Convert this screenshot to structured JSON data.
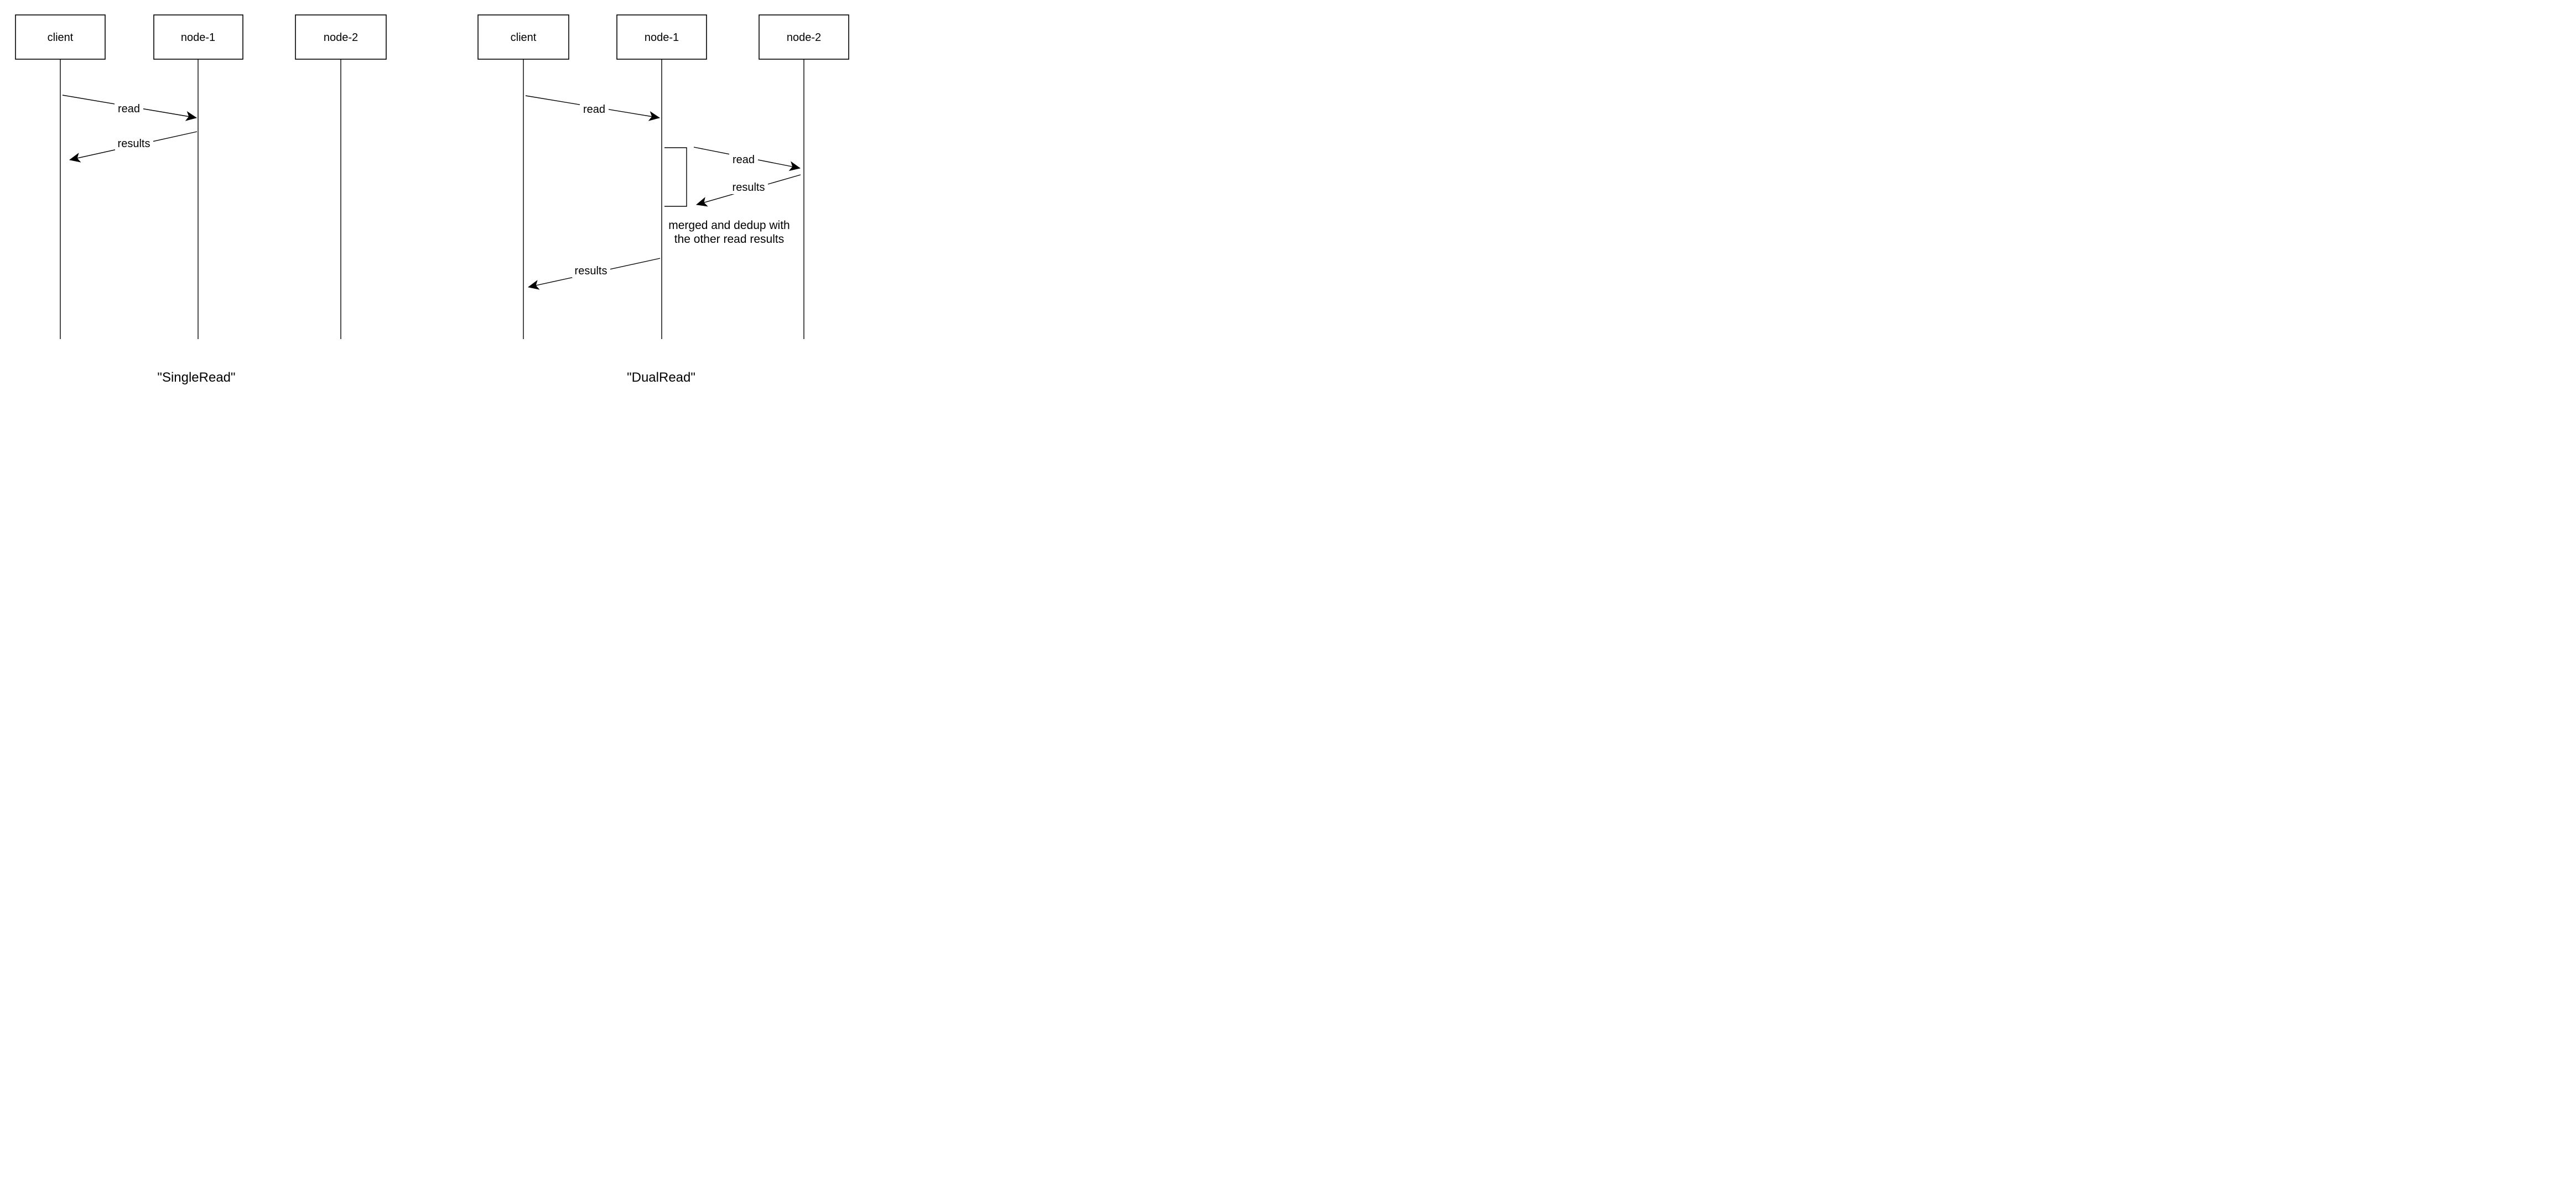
{
  "page": {
    "background_color": "#ffffff",
    "line_color": "#000000"
  },
  "left_diagram": {
    "caption": "\"SingleRead\"",
    "actors": [
      {
        "label": "client"
      },
      {
        "label": "node-1"
      },
      {
        "label": "node-2"
      }
    ],
    "messages": [
      {
        "label": "read",
        "from": "client",
        "to": "node-1"
      },
      {
        "label": "results",
        "from": "node-1",
        "to": "client"
      }
    ]
  },
  "right_diagram": {
    "caption": "\"DualRead\"",
    "actors": [
      {
        "label": "client"
      },
      {
        "label": "node-1"
      },
      {
        "label": "node-2"
      }
    ],
    "messages": [
      {
        "label": "read",
        "from": "client",
        "to": "node-1"
      },
      {
        "label": "read",
        "from": "node-1",
        "to": "node-2"
      },
      {
        "label": "results",
        "from": "node-2",
        "to": "node-1"
      },
      {
        "label": "results",
        "from": "node-1",
        "to": "client"
      }
    ],
    "note": {
      "line1": "merged and dedup with",
      "line2": "the other read results"
    }
  }
}
